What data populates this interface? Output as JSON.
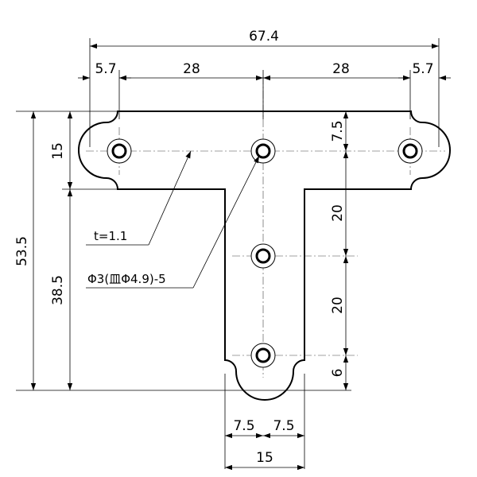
{
  "dimensions": {
    "overall_width": "67.4",
    "edge_left": "5.7",
    "span_left": "28",
    "span_right": "28",
    "edge_right": "5.7",
    "overall_height": "53.5",
    "bar_height": "15",
    "stem_height": "38.5",
    "hole_top_offset": "7.5",
    "hole_pitch_1": "20",
    "hole_pitch_2": "20",
    "hole_bottom_offset": "6",
    "stem_half_left": "7.5",
    "stem_half_right": "7.5",
    "stem_width": "15"
  },
  "notes": {
    "thickness": "t=1.1",
    "hole_spec": "Φ3(皿Φ4.9)-5"
  }
}
